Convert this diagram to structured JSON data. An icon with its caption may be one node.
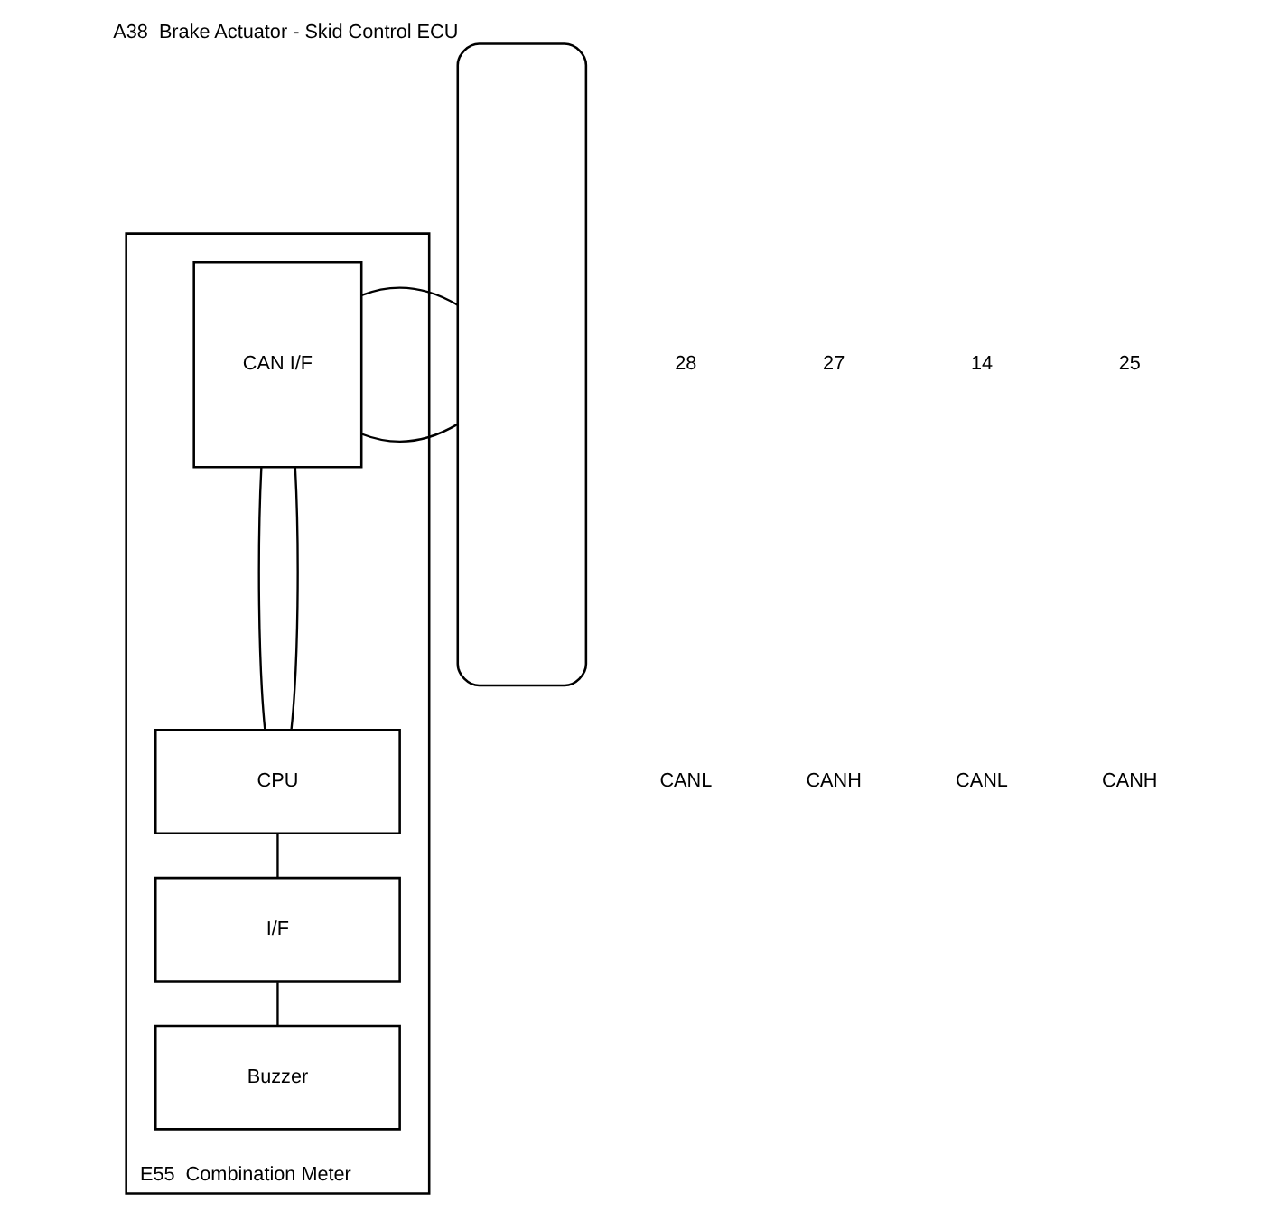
{
  "diagram": {
    "nodes": [
      {
        "text": [
          "E55  Combination Meter"
        ]
      },
      {
        "text": [
          "CAN I/F"
        ],
        "in": 0
      },
      {
        "text": [
          "CPU"
        ],
        "in": 0
      },
      {
        "text": [
          "I/F"
        ],
        "in": 0
      },
      {
        "text": [
          "Buzzer"
        ],
        "in": 0
      },
      {
        "text": [
          "A38  Brake Actuator - Skid Control ECU"
        ]
      }
    ],
    "edges": [
      {
        "from": 1,
        "to": 5,
        "arrow": "none"
      },
      {
        "from": 1,
        "to": 5,
        "arrow": "none"
      },
      {
        "from": 1,
        "to": 2,
        "arrow": "none"
      },
      {
        "from": 1,
        "to": 2,
        "arrow": "none"
      },
      {
        "from": 2,
        "to": 3,
        "arrow": "none"
      },
      {
        "from": 3,
        "to": 4,
        "arrow": "none"
      }
    ],
    "labels": [
      "28",
      "CANL",
      "27",
      "CANH",
      "14",
      "CANL",
      "25",
      "CANH"
    ]
  }
}
